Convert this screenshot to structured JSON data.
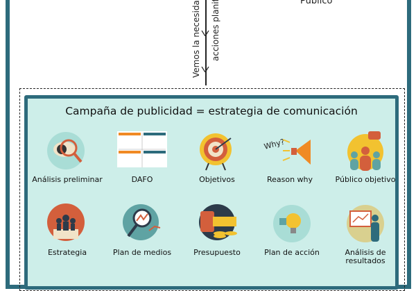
{
  "top": {
    "left_text": "Vemos la necesidad",
    "right_text": "acciones planifi",
    "publico": "Público"
  },
  "panel": {
    "title": "Campaña de publicidad = estrategia de comunicación",
    "row1": [
      {
        "label": "Análisis preliminar",
        "icon": "eye-magnifier-icon"
      },
      {
        "label": "DAFO",
        "icon": "swot-grid-icon"
      },
      {
        "label": "Objetivos",
        "icon": "target-icon"
      },
      {
        "label": "Reason why",
        "icon": "megaphone-icon"
      },
      {
        "label": "Público objetivo",
        "icon": "audience-icon"
      }
    ],
    "row2": [
      {
        "label": "Estrategia",
        "icon": "chess-icon"
      },
      {
        "label": "Plan de medios",
        "icon": "chart-magnifier-icon"
      },
      {
        "label": "Presupuesto",
        "icon": "money-icon"
      },
      {
        "label": "Plan de acción",
        "icon": "lightbulb-puzzle-icon"
      },
      {
        "label": "Análisis de resultados",
        "icon": "presentation-icon"
      }
    ],
    "why_text": "Why?"
  },
  "colors": {
    "teal": "#2d6b7c",
    "panel_bg": "#cdeee9",
    "orange": "#f08a24",
    "red": "#d35f3c",
    "yellow": "#f2c230"
  }
}
